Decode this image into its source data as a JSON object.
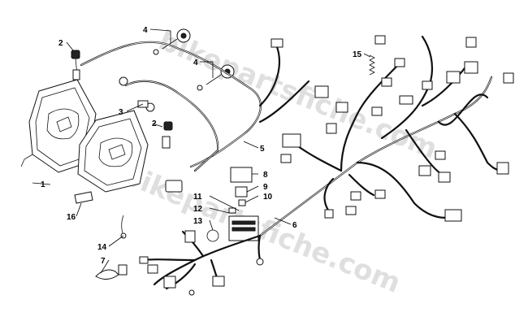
{
  "watermark": "bikepartsfiche.com",
  "callouts": {
    "c1": "1",
    "c2a": "2",
    "c2b": "2",
    "c3": "3",
    "c4a": "4",
    "c4b": "4",
    "c5": "5",
    "c6": "6",
    "c7": "7",
    "c8": "8",
    "c9": "9",
    "c10": "10",
    "c11": "11",
    "c12": "12",
    "c13": "13",
    "c14": "14",
    "c15": "15",
    "c16": "16"
  }
}
